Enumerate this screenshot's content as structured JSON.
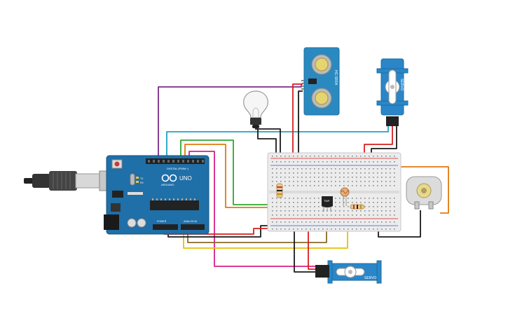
{
  "arduino": {
    "brand": "ARDUINO",
    "model": "UNO",
    "header_digital": "DIGITAL (PWM~)",
    "header_power": "POWER",
    "header_analog": "ANALOG IN",
    "label_tx": "TX",
    "label_rx": "RX"
  },
  "ultrasonic": {
    "model": "HC-SR04"
  },
  "servo_top": {
    "label": "SERVO"
  },
  "servo_bottom": {
    "label": "SERVO"
  },
  "temp_sensor": {
    "label": "TMP"
  },
  "colors": {
    "board": "#1f6fa8",
    "servo": "#2a86c8",
    "wire_black": "#1a1a1a",
    "wire_red": "#d81f1f",
    "wire_purple": "#7a2a8a",
    "wire_cyan": "#1fa2c8",
    "wire_green": "#2ea82e",
    "wire_orange": "#e07a10",
    "wire_yellow": "#e8c000",
    "wire_pink": "#d81f8a",
    "wire_brown": "#8a6a2a"
  }
}
